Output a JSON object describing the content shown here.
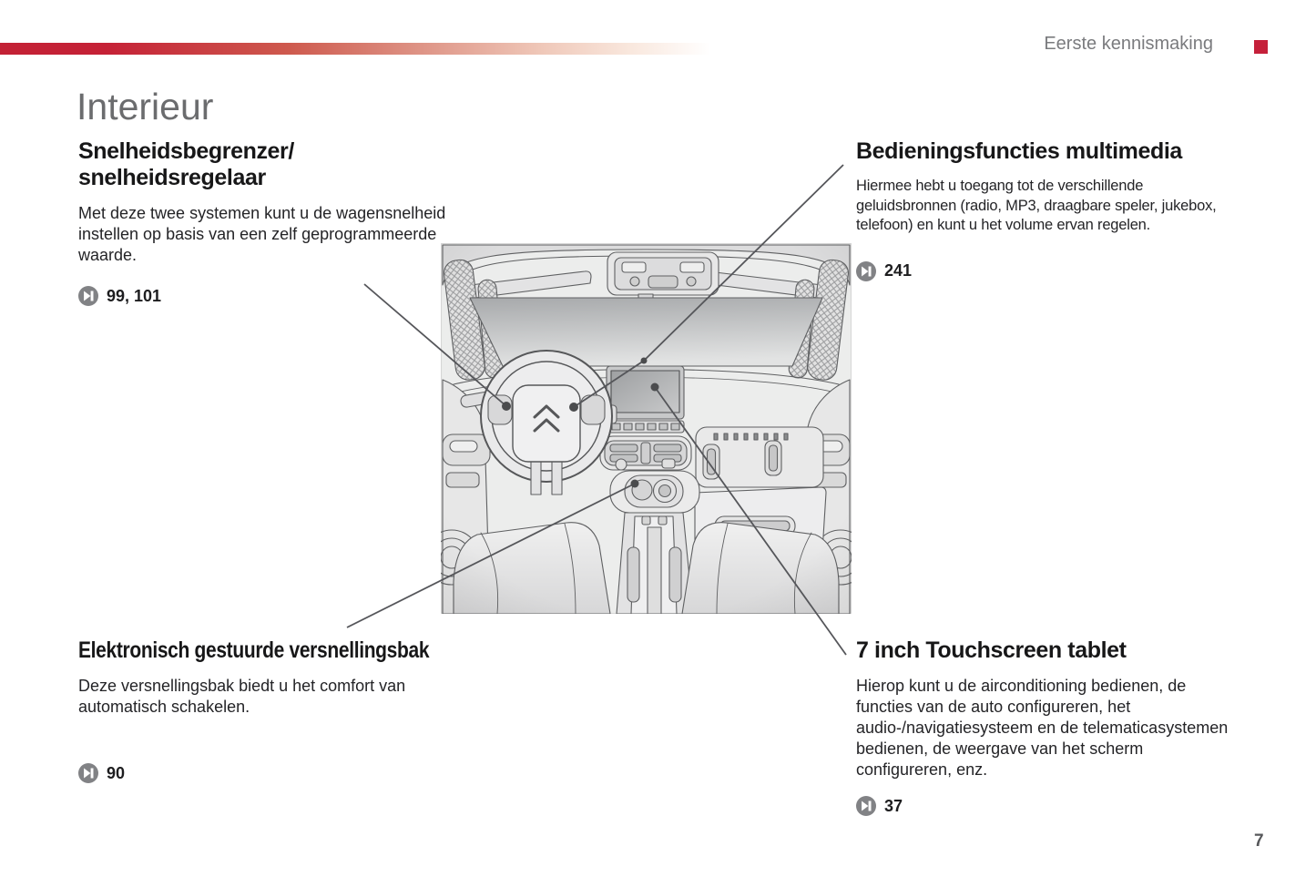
{
  "header": {
    "section_label": "Eerste kennismaking"
  },
  "title": "Interieur",
  "page_number": "7",
  "colors": {
    "accent_red": "#c5203a",
    "title_gray": "#6b6c6e",
    "label_gray": "#7a7b7e",
    "text_black": "#1d1d1f",
    "callout_line_gray": "#55565a",
    "ref_icon_gray": "#818285"
  },
  "icons": {
    "page_ref": "skip-forward-circle-icon"
  },
  "sections": {
    "speed": {
      "heading_line1": "Snelheidsbegrenzer/",
      "heading_line2": "snelheidsregelaar",
      "body": "Met deze twee systemen kunt u de wagensnelheid instellen op basis van een zelf geprogrammeerde waarde.",
      "page_ref": "99, 101"
    },
    "multimedia": {
      "heading": "Bedieningsfuncties multimedia",
      "body": "Hiermee hebt u toegang tot de verschillende geluidsbronnen (radio, MP3, draagbare speler, jukebox, telefoon) en kunt u het volume ervan regelen.",
      "page_ref": "241"
    },
    "gearbox": {
      "heading": "Elektronisch gestuurde versnellingsbak",
      "body": "Deze versnellingsbak biedt u het comfort van automatisch schakelen.",
      "page_ref": "90"
    },
    "touchscreen": {
      "heading": "7 inch Touchscreen tablet",
      "body": "Hierop kunt u de airconditioning bedienen, de functies van de auto configureren, het audio-/navigatiesysteem en de telematicasystemen bedienen, de weergave van het scherm configureren, enz.",
      "page_ref": "37"
    }
  }
}
